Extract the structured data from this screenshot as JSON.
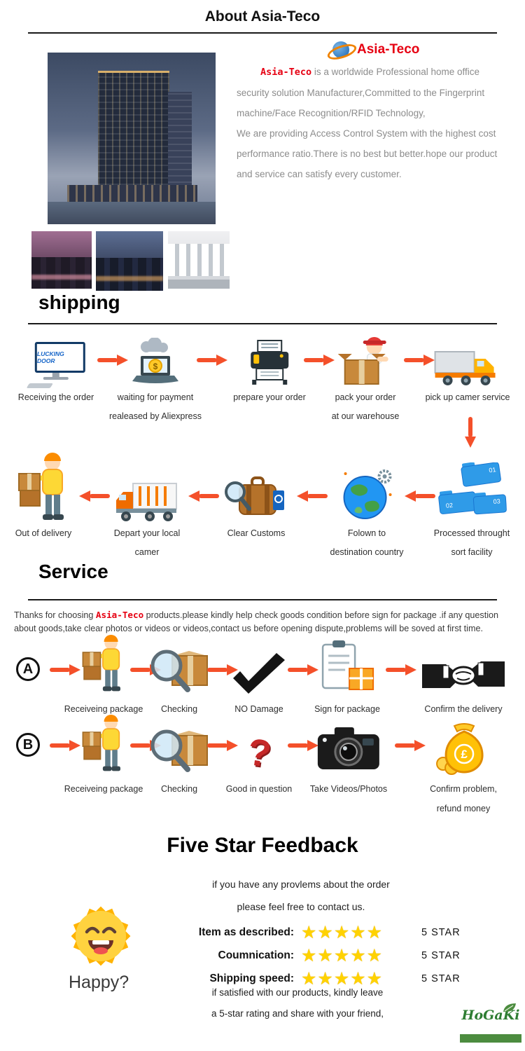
{
  "colors": {
    "accent_arrow": "#f4502a",
    "brand_red": "#e60012",
    "star_gold": "#ffd200",
    "logo_green": "#2e7d32"
  },
  "header": {
    "title": "About Asia-Teco"
  },
  "about": {
    "brand": "Asia-Teco",
    "lead": "Asia-Teco",
    "body1": " is a worldwide Professional home office security solution Manufacturer,Committed to the Fingerprint machine/Face Recognition/RFID Technology,",
    "body2": "We are providing Access Control System with the highest cost performance ratio.There is no best but better.hope our product and service can satisfy every customer."
  },
  "shipping": {
    "heading": "shipping",
    "monitor_text": "LUCKING DOOR",
    "dollar_glyph": "$",
    "folder_nums": [
      "01",
      "02",
      "03"
    ],
    "row1": [
      {
        "line1": "Receiving the order",
        "line2": ""
      },
      {
        "line1": "waiting for payment",
        "line2": "realeased by Aliexpress"
      },
      {
        "line1": "prepare your order",
        "line2": ""
      },
      {
        "line1": "pack your order",
        "line2": "at our warehouse"
      },
      {
        "line1": "pick up camer service",
        "line2": ""
      }
    ],
    "row2": [
      {
        "line1": "Out of delivery",
        "line2": ""
      },
      {
        "line1": "Depart your local",
        "line2": "camer"
      },
      {
        "line1": "Clear Customs",
        "line2": ""
      },
      {
        "line1": "Folown to",
        "line2": "destination country"
      },
      {
        "line1": "Processed throught",
        "line2": "sort facility"
      }
    ]
  },
  "service": {
    "heading": "Service",
    "note_before": "Thanks for choosing",
    "note_brand": "Asia-Teco",
    "note_after": "products.please kindly help check goods condition before sign for package .if any question about goods,take clear photos or videos or videos,contact us before opening dispute,problems will be soved at first time.",
    "question_glyph": "?",
    "pound_glyph": "£",
    "rowA": {
      "badge": "A",
      "labels": [
        "Receiveing package",
        "Checking",
        "NO Damage",
        "Sign for package",
        "Confirm the delivery"
      ]
    },
    "rowB": {
      "badge": "B",
      "labels": [
        "Receiveing package",
        "Checking",
        "Good in question",
        "Take Videos/Photos"
      ],
      "last1": "Confirm problem,",
      "last2": "refund money"
    }
  },
  "feedback": {
    "heading": "Five Star Feedback",
    "intro1": "if you have any provlems about the order",
    "intro2": "please feel free to contact us.",
    "happy": "Happy?",
    "stars": "★★★★★",
    "rows": [
      {
        "label": "Item as described:",
        "value": "5 STAR"
      },
      {
        "label": "Coumnication:",
        "value": "5 STAR"
      },
      {
        "label": "Shipping speed:",
        "value": "5 STAR"
      }
    ],
    "outro1": "if satisfied with our products, kindly leave",
    "outro2": "a 5-star rating and share with your friend,"
  },
  "logo": {
    "brand": "HoGaKi"
  }
}
